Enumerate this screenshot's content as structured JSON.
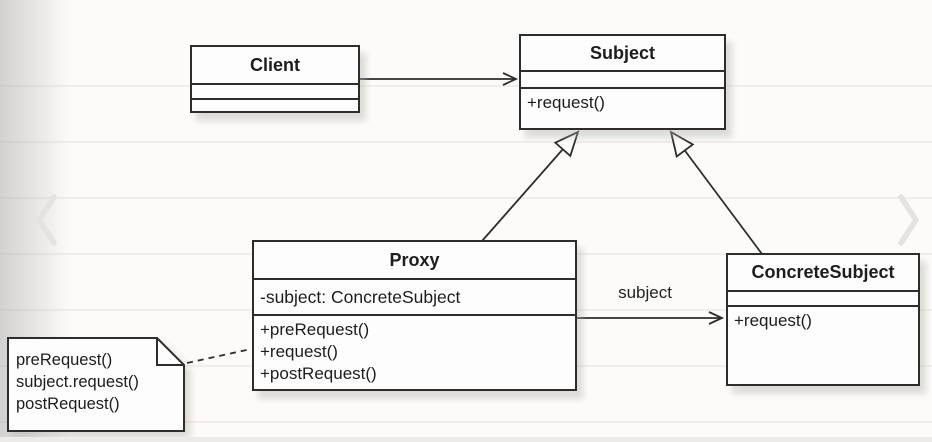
{
  "diagram": {
    "title_hint": "Proxy design pattern UML class diagram",
    "classes": {
      "client": {
        "name": "Client",
        "attributes": [],
        "methods": []
      },
      "subject": {
        "name": "Subject",
        "attributes": [],
        "methods": [
          "+request()"
        ]
      },
      "proxy": {
        "name": "Proxy",
        "attributes": [
          "-subject: ConcreteSubject"
        ],
        "methods": [
          "+preRequest()",
          "+request()",
          "+postRequest()"
        ]
      },
      "concrete_subject": {
        "name": "ConcreteSubject",
        "attributes": [],
        "methods": [
          "+request()"
        ]
      }
    },
    "note": {
      "lines": [
        "preRequest()",
        "subject.request()",
        "postRequest()"
      ]
    },
    "edges": {
      "client_subject": {
        "type": "association-arrow",
        "label": ""
      },
      "proxy_subject": {
        "type": "generalization",
        "label": ""
      },
      "concrete_subject_subject": {
        "type": "generalization",
        "label": ""
      },
      "proxy_concrete": {
        "type": "association-arrow",
        "label": "subject"
      },
      "note_proxy": {
        "type": "dashed-anchor",
        "label": ""
      }
    },
    "colors": {
      "line": "#2d2d2d",
      "box_fill": "#fdfdfd",
      "background": "#fcfbfa",
      "chevron": "#e5e2df"
    }
  }
}
